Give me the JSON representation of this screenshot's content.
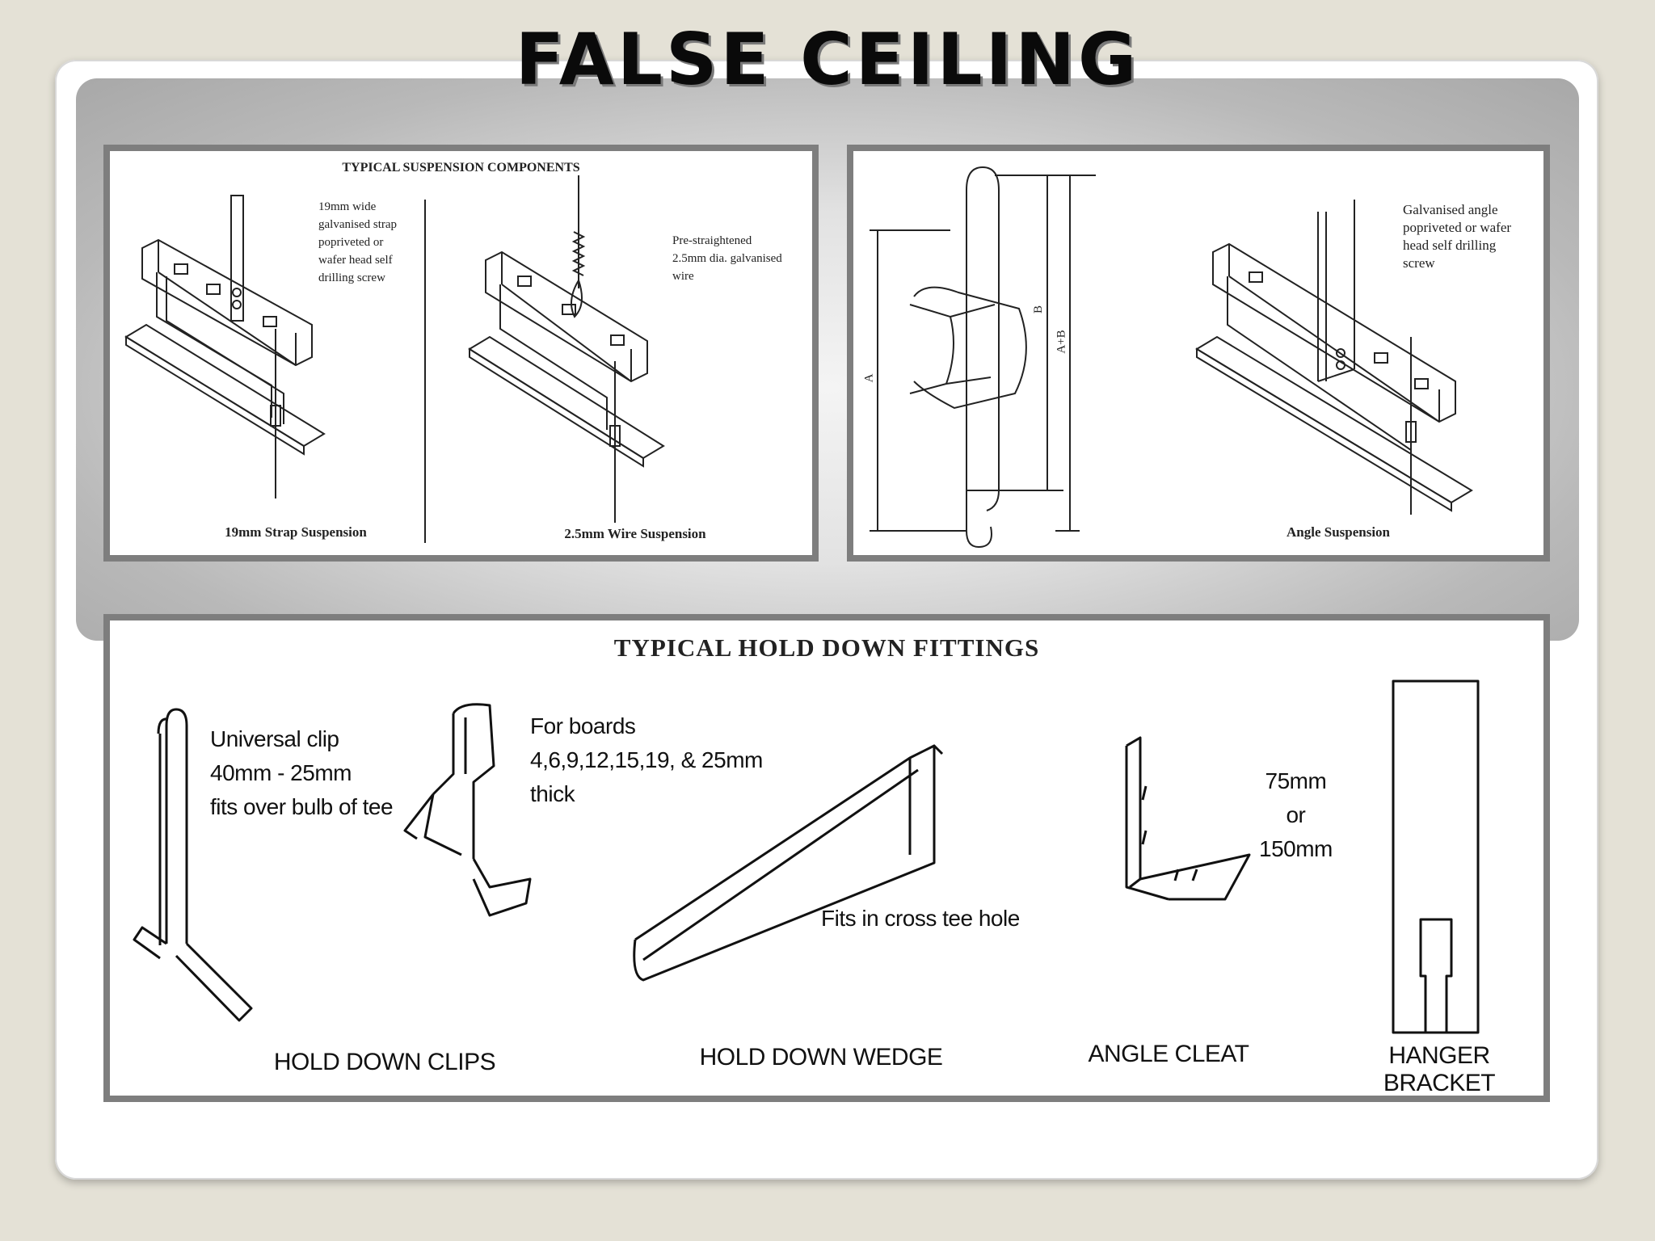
{
  "title": "FALSE CEILING",
  "suspension_panel": {
    "heading": "TYPICAL SUSPENSION COMPONENTS",
    "strap_note": "19mm wide\ngalvanised strap\npopriveted or\nwafer head self\ndrilling screw",
    "wire_note": "Pre-straightened\n2.5mm dia. galvanised\nwire",
    "strap_caption": "19mm Strap Suspension",
    "wire_caption": "2.5mm Wire Suspension"
  },
  "angle_panel": {
    "dim_a": "A",
    "dim_b": "B",
    "dim_ab": "A+B",
    "angle_note": "Galvanised angle\npopriveted or wafer\nhead self drilling\nscrew",
    "angle_caption": "Angle Suspension"
  },
  "hold_panel": {
    "heading": "TYPICAL HOLD DOWN FITTINGS",
    "universal_clip_note": "Universal clip\n40mm - 25mm\nfits over bulb of tee",
    "boards_note": "For boards\n4,6,9,12,15,19, & 25mm\nthick",
    "wedge_note": "Fits in cross tee hole",
    "cleat_note": "75mm\nor\n150mm",
    "clips_caption": "HOLD DOWN CLIPS",
    "wedge_caption": "HOLD DOWN WEDGE",
    "cleat_caption": "ANGLE CLEAT",
    "bracket_caption": "HANGER BRACKET"
  }
}
